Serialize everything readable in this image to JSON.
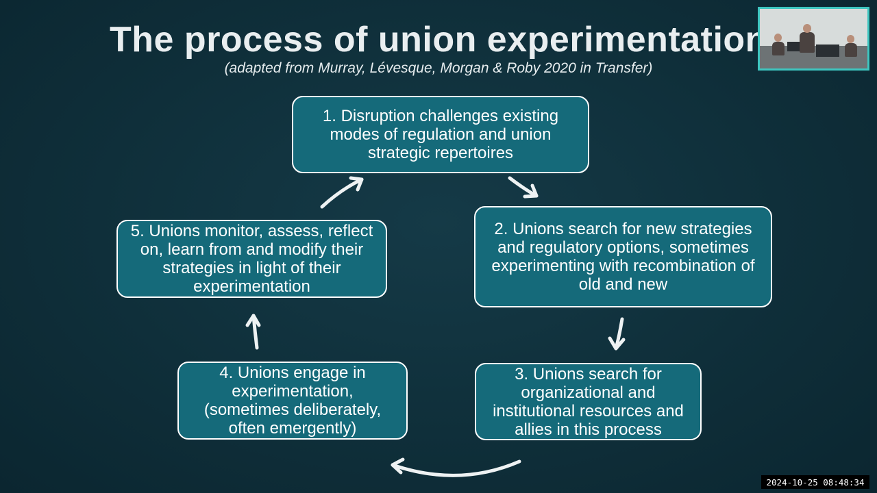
{
  "slide": {
    "title": "The process of union experimentation",
    "subtitle": "(adapted from Murray, Lévesque, Morgan & Roby 2020 in Transfer)"
  },
  "diagram": {
    "steps": [
      "1. Disruption challenges existing modes of regulation and union strategic repertoires",
      "2. Unions search for new strategies and regulatory options, sometimes experimenting with recombination of old and new",
      "3. Unions search for organizational and institutional resources and allies in this process",
      "4. Unions engage in experimentation, (sometimes deliberately, often emergently)",
      "5. Unions monitor, assess, reflect on, learn from and modify their strategies in light of their experimentation"
    ]
  },
  "overlay": {
    "timestamp": "2024-10-25 08:48:34"
  },
  "colors": {
    "background": "#0f2d38",
    "box_fill": "#156a7a",
    "box_border": "#ffffff",
    "webcam_border": "#3ec6c0"
  }
}
